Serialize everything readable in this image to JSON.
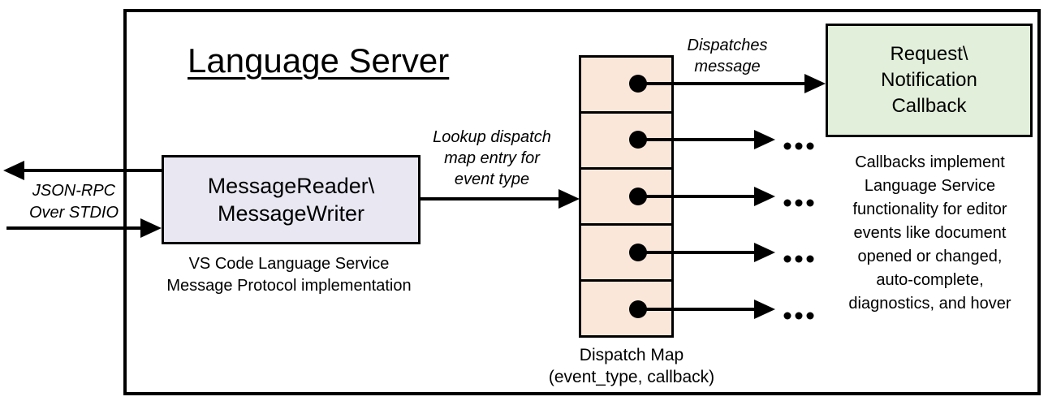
{
  "diagram": {
    "title": "Language Server",
    "colors": {
      "reader_fill": "#E9E7F2",
      "dispatch_fill": "#FBE7D9",
      "callback_fill": "#E2EFDA",
      "line_color": "#000000"
    },
    "stdio_label": {
      "line1": "JSON-RPC",
      "line2": "Over STDIO"
    },
    "reader_box": {
      "line1": "MessageReader\\",
      "line2": "MessageWriter"
    },
    "reader_caption": {
      "line1": "VS Code Language Service",
      "line2": "Message Protocol implementation"
    },
    "lookup_label": {
      "line1": "Lookup dispatch",
      "line2": "map entry for",
      "line3": "event type"
    },
    "dispatches_label": {
      "line1": "Dispatches",
      "line2": "message"
    },
    "callback_box": {
      "line1": "Request\\",
      "line2": "Notification",
      "line3": "Callback"
    },
    "callbacks_note": [
      "Callbacks implement",
      "Language Service",
      "functionality for editor",
      "events like document",
      "opened or changed,",
      "auto-complete,",
      "diagnostics, and hover"
    ],
    "dispatch_caption": {
      "line1": "Dispatch Map",
      "line2": "(event_type, callback)"
    }
  }
}
